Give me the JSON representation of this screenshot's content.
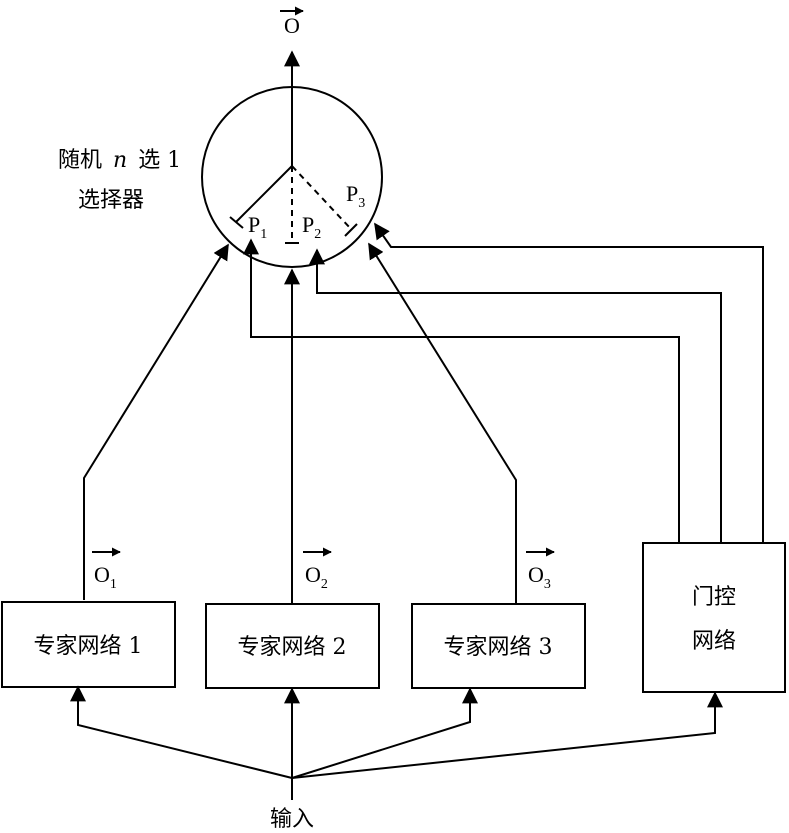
{
  "output": {
    "symbol": "O"
  },
  "selector": {
    "label_line1_a": "随机",
    "label_line1_n": "n",
    "label_line1_b": "选 1",
    "label_line2": "选择器",
    "probs": [
      {
        "letter": "P",
        "sub": "1"
      },
      {
        "letter": "P",
        "sub": "2"
      },
      {
        "letter": "P",
        "sub": "3"
      }
    ]
  },
  "experts": [
    {
      "label": "专家网络 1",
      "out_letter": "O",
      "out_sub": "1"
    },
    {
      "label": "专家网络 2",
      "out_letter": "O",
      "out_sub": "2"
    },
    {
      "label": "专家网络 3",
      "out_letter": "O",
      "out_sub": "3"
    }
  ],
  "gate": {
    "line1": "门控",
    "line2": "网络"
  },
  "input": {
    "label": "输入"
  }
}
